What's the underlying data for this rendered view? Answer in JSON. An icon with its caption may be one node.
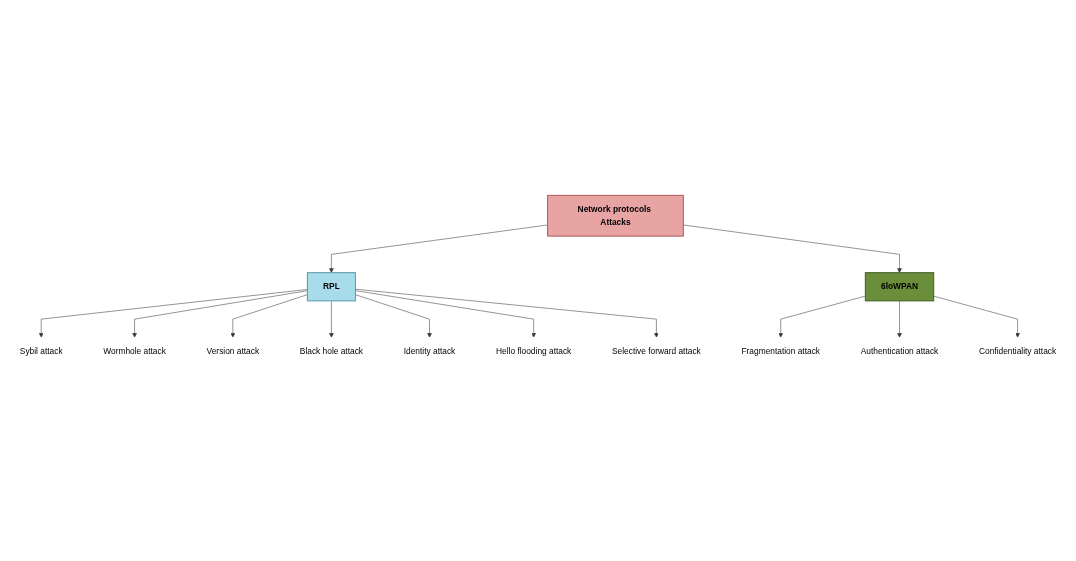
{
  "diagram": {
    "nodes": [
      {
        "text": [
          "Network protocols Attacks"
        ]
      },
      {
        "text": [
          "RPL"
        ]
      },
      {
        "text": [
          "6loWPAN"
        ]
      },
      {
        "text": [
          "Sybil attack"
        ]
      },
      {
        "text": [
          "Wormhole attack"
        ]
      },
      {
        "text": [
          "Version attack"
        ]
      },
      {
        "text": [
          "Black hole attack"
        ]
      },
      {
        "text": [
          "Identity attack"
        ]
      },
      {
        "text": [
          "Hello flooding attack"
        ]
      },
      {
        "text": [
          "Selective forward attack"
        ]
      },
      {
        "text": [
          "Fragmentation attack"
        ]
      },
      {
        "text": [
          "Authentication attack"
        ]
      },
      {
        "text": [
          "Confidentiality attack"
        ]
      }
    ],
    "edges": [
      {
        "from": 0,
        "to": 1,
        "arrow": "to"
      },
      {
        "from": 0,
        "to": 2,
        "arrow": "to"
      },
      {
        "from": 1,
        "to": 3,
        "arrow": "to"
      },
      {
        "from": 1,
        "to": 4,
        "arrow": "to"
      },
      {
        "from": 1,
        "to": 5,
        "arrow": "to"
      },
      {
        "from": 1,
        "to": 6,
        "arrow": "to"
      },
      {
        "from": 1,
        "to": 7,
        "arrow": "to"
      },
      {
        "from": 1,
        "to": 8,
        "arrow": "to"
      },
      {
        "from": 1,
        "to": 9,
        "arrow": "to"
      },
      {
        "from": 2,
        "to": 10,
        "arrow": "to"
      },
      {
        "from": 2,
        "to": 11,
        "arrow": "to"
      },
      {
        "from": 2,
        "to": 12,
        "arrow": "to"
      }
    ]
  }
}
